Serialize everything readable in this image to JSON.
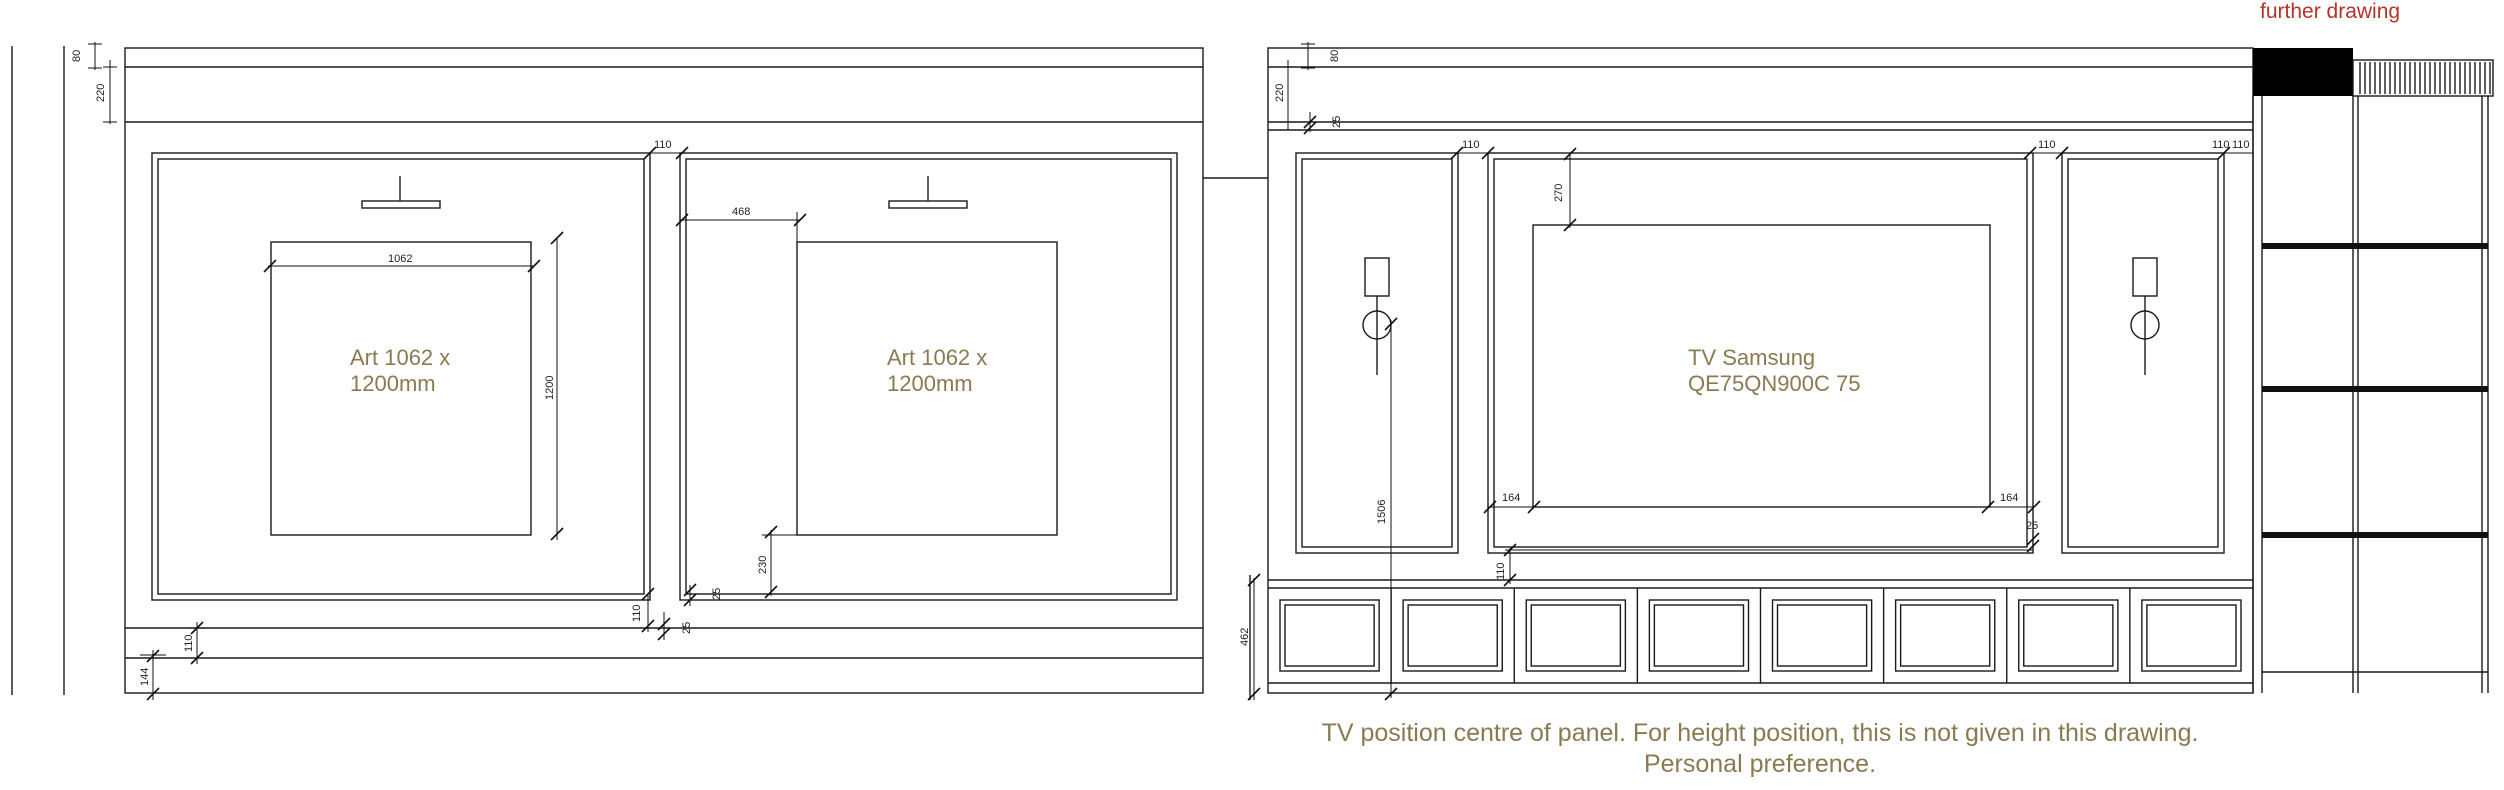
{
  "header": {
    "further_drawing": "further drawing"
  },
  "labels": {
    "art_left_line1": "Art 1062 x",
    "art_left_line2": "1200mm",
    "art_right_line1": "Art 1062 x",
    "art_right_line2": "1200mm",
    "tv_line1": "TV Samsung",
    "tv_line2": "QE75QN900C 75"
  },
  "dimensions": {
    "d80_left": "80",
    "d220_left": "220",
    "d1062": "1062",
    "d1200": "1200",
    "d110_top_left": "110",
    "d468": "468",
    "d230": "230",
    "d25_mid": "25",
    "d110_bottom_mid": "110",
    "d25_bottom_mid": "25",
    "d110_bottom_left": "110",
    "d144": "144",
    "d80_right": "80",
    "d220_right": "220",
    "d25_right": "25",
    "d110_r1": "110",
    "d110_r2": "110",
    "d110_r3": "110",
    "d110_r4": "110",
    "d270": "270",
    "d1506": "1506",
    "d164_left": "164",
    "d164_right": "164",
    "d25_tv": "25",
    "d110_tv_bottom": "110",
    "d462": "462"
  },
  "notes": {
    "line1": "TV position centre of panel. For height position, this is not given in this drawing.",
    "line2": "Personal preference."
  }
}
